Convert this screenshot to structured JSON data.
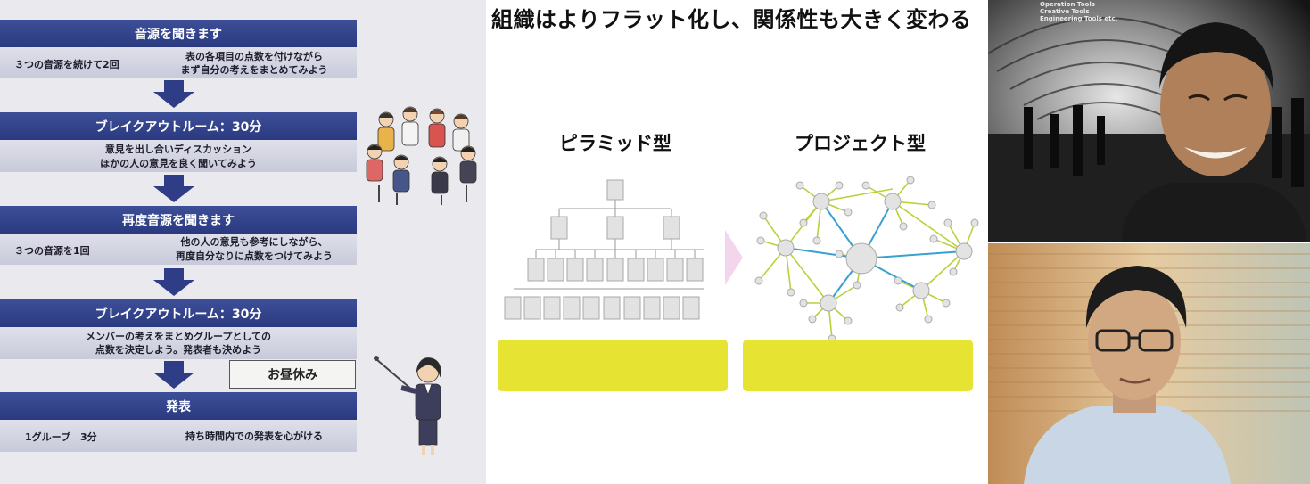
{
  "left_slide": {
    "steps": [
      {
        "title": "音源を聞きます",
        "left": "３つの音源を続けて2回",
        "right_1": "表の各項目の点数を付けながら",
        "right_2": "まず自分の考えをまとめてみよう"
      },
      {
        "title": "ブレイクアウトルーム：30分",
        "line_1": "意見を出し合いディスカッション",
        "line_2": "ほかの人の意見を良く聞いてみよう"
      },
      {
        "title": "再度音源を聞きます",
        "left": "３つの音源を1回",
        "right_1": "他の人の意見も参考にしながら、",
        "right_2": "再度自分なりに点数をつけてみよう"
      },
      {
        "title": "ブレイクアウトルーム：30分",
        "line_1": "メンバーの考えをまとめグループとしての",
        "line_2": "点数を決定しよう。発表者も決めよう"
      },
      {
        "title": "発表",
        "left": "1グループ　3分",
        "right_1": "持ち時間内での発表を心がける"
      }
    ],
    "lunch_label": "お昼休み"
  },
  "org_slide": {
    "title": "組織はよりフラット化し、関係性も大きく変わる",
    "pyramid_label": "ピラミッド型",
    "project_label": "プロジェクト型"
  },
  "video_tiles": {
    "tile_1_signage": [
      "Operation Tools",
      "Creative Tools",
      "Engineering Tools etc."
    ],
    "colors": {
      "accent_blue": "#2e3d85",
      "yellow": "#e6e332",
      "link_green": "#b8d23a",
      "link_blue": "#3aa0d0"
    }
  }
}
